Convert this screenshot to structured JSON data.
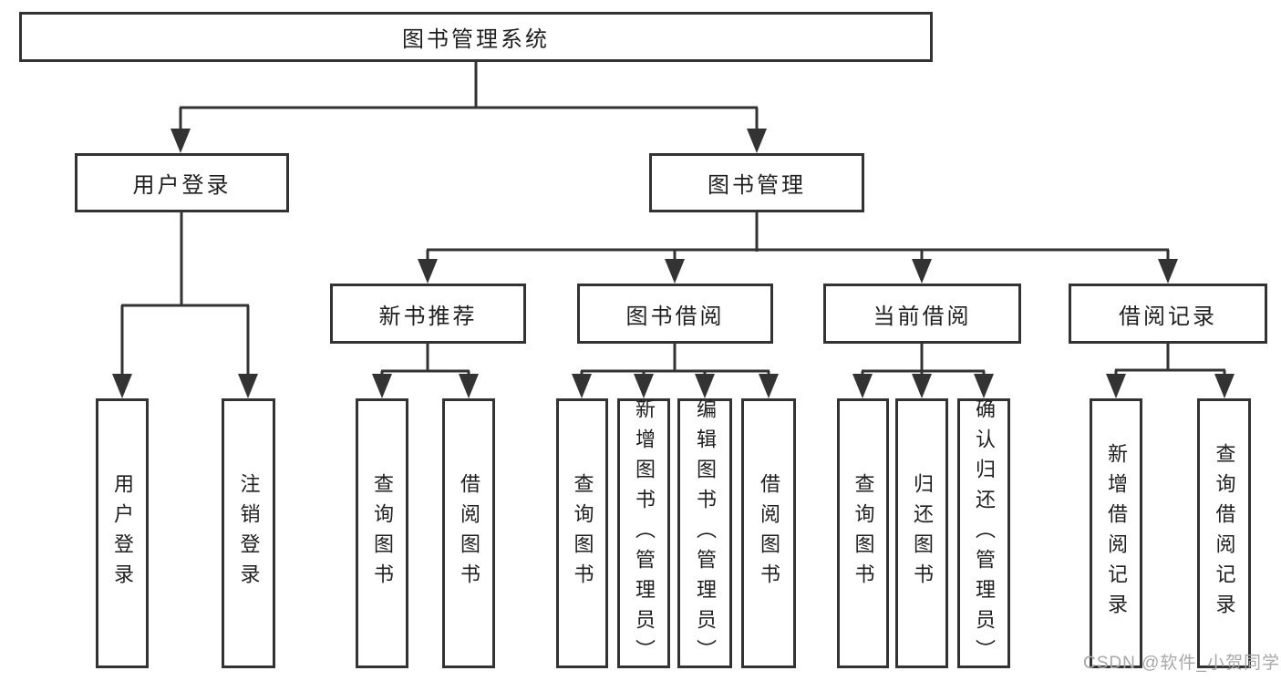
{
  "diagram": {
    "root": {
      "label": "图书管理系统"
    },
    "branches": [
      {
        "label": "用户登录",
        "children": [
          {
            "label": "用户登录"
          },
          {
            "label": "注销登录"
          }
        ]
      },
      {
        "label": "图书管理",
        "groups": [
          {
            "label": "新书推荐",
            "children": [
              {
                "label": "查询图书"
              },
              {
                "label": "借阅图书"
              }
            ]
          },
          {
            "label": "图书借阅",
            "children": [
              {
                "label": "查询图书"
              },
              {
                "label": "新增图书（管理员）"
              },
              {
                "label": "编辑图书（管理员）"
              },
              {
                "label": "借阅图书"
              }
            ]
          },
          {
            "label": "当前借阅",
            "children": [
              {
                "label": "查询图书"
              },
              {
                "label": "归还图书"
              },
              {
                "label": "确认归还（管理员）"
              }
            ]
          },
          {
            "label": "借阅记录",
            "children": [
              {
                "label": "新增借阅记录"
              },
              {
                "label": "查询借阅记录"
              }
            ]
          }
        ]
      }
    ]
  },
  "watermark": "CSDN @软件_小贺同学",
  "colors": {
    "line": "#333333",
    "text": "#1f1f1f",
    "watermark": "#a8a8a8",
    "background": "#ffffff"
  }
}
